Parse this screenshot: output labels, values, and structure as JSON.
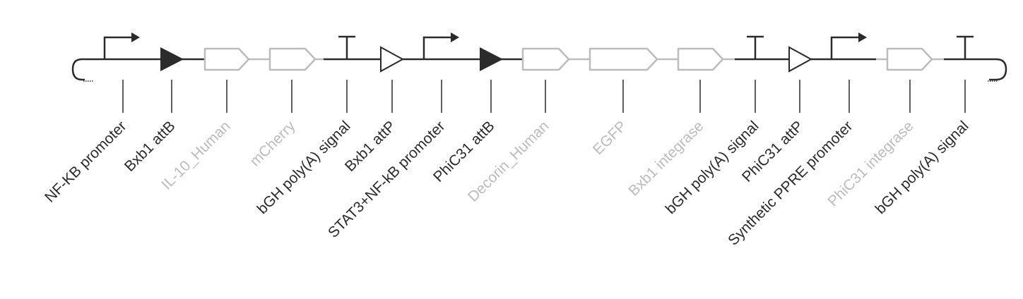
{
  "colors": {
    "dark": "#2b2b2b",
    "muted": "#bcbcbc"
  },
  "parts": [
    {
      "label": "NF-KB promoter",
      "type": "promoter",
      "style": "dark"
    },
    {
      "label": "Bxb1 attB",
      "type": "site-filled",
      "style": "dark"
    },
    {
      "label": "IL-10_Human",
      "type": "cds",
      "style": "muted"
    },
    {
      "label": "mCherry",
      "type": "cds",
      "style": "muted"
    },
    {
      "label": "bGH poly(A) signal",
      "type": "terminator",
      "style": "dark"
    },
    {
      "label": "Bxb1 attP",
      "type": "site-open",
      "style": "dark"
    },
    {
      "label": "STAT3+NF-kB promoter",
      "type": "promoter",
      "style": "dark"
    },
    {
      "label": "PhiC31 attB",
      "type": "site-filled",
      "style": "dark"
    },
    {
      "label": "Decorin_Human",
      "type": "cds",
      "style": "muted"
    },
    {
      "label": "EGFP",
      "type": "cds-long",
      "style": "muted"
    },
    {
      "label": "Bxb1 integrase",
      "type": "cds",
      "style": "muted"
    },
    {
      "label": "bGH poly(A) signal",
      "type": "terminator",
      "style": "dark"
    },
    {
      "label": "PhiC31 attP",
      "type": "site-open",
      "style": "dark"
    },
    {
      "label": "Synthetic PPRE promoter",
      "type": "promoter",
      "style": "dark"
    },
    {
      "label": "PhiC31 integrase",
      "type": "cds",
      "style": "muted"
    },
    {
      "label": "bGH poly(A) signal",
      "type": "terminator",
      "style": "dark"
    }
  ]
}
